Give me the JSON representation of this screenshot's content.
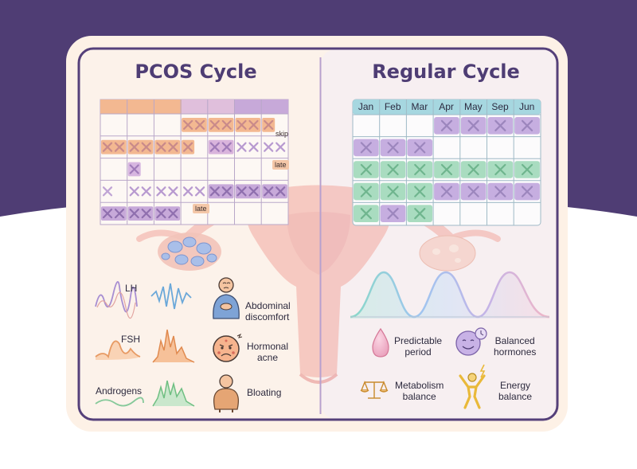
{
  "pcos": {
    "title": "PCOS Cycle",
    "notes": {
      "skip": "skip",
      "late_1": "late",
      "late_2": "late"
    },
    "hormones": {
      "lh": "LH",
      "fsh": "FSH",
      "androgens": "Androgens"
    },
    "symptoms": {
      "abdominal": [
        "Abdominal",
        "discomfort"
      ],
      "acne": [
        "Hormonal",
        "acne"
      ],
      "bloating": [
        "Bloating"
      ]
    }
  },
  "regular": {
    "title": "Regular Cycle",
    "months": [
      "Jan",
      "Feb",
      "Mar",
      "Apr",
      "May",
      "Sep",
      "Jun"
    ],
    "benefits": {
      "predictable": [
        "Predictable",
        "period"
      ],
      "balanced": [
        "Balanced",
        "hormones"
      ],
      "metabolism": [
        "Metabolism",
        "balance"
      ],
      "energy": [
        "Energy",
        "balance"
      ]
    }
  },
  "colors": {
    "background_top": "#4f3d74",
    "accent_purple": "#4e3d74",
    "pcos_orange": "#f3b891",
    "pcos_purple": "#c7a9d9",
    "regular_green": "#a9dcc0",
    "regular_purple": "#c6aee0",
    "regular_header": "#a6d7e0"
  }
}
